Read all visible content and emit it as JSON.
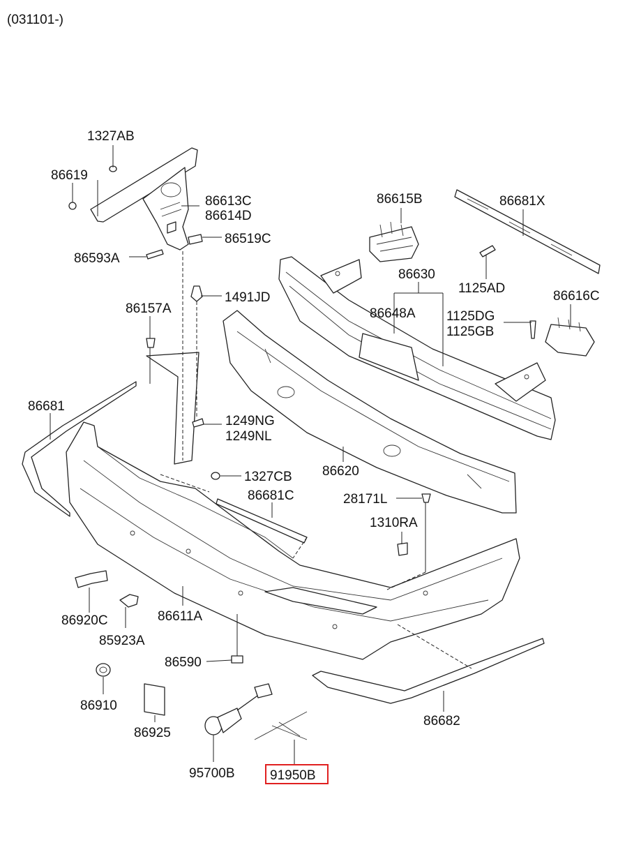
{
  "header": {
    "code": "(031101-)"
  },
  "labels": {
    "l1327AB": "1327AB",
    "l86619": "86619",
    "l86613C": "86613C",
    "l86614D": "86614D",
    "l86519C": "86519C",
    "l86593A": "86593A",
    "l86615B": "86615B",
    "l86681X": "86681X",
    "l1125AD": "1125AD",
    "l86630": "86630",
    "l86648A": "86648A",
    "l1125DG": "1125DG",
    "l1125GB": "1125GB",
    "l86616C": "86616C",
    "l1491JD": "1491JD",
    "l86157A": "86157A",
    "l86681": "86681",
    "l1249NG": "1249NG",
    "l1249NL": "1249NL",
    "l86620": "86620",
    "l1327CB": "1327CB",
    "l86681C": "86681C",
    "l28171L": "28171L",
    "l1310RA": "1310RA",
    "l86920C": "86920C",
    "l85923A": "85923A",
    "l86611A": "86611A",
    "l86590": "86590",
    "l86910": "86910",
    "l86925": "86925",
    "l86682": "86682",
    "l95700B": "95700B",
    "l91950B": "91950B"
  },
  "highlight": {
    "part": "91950B",
    "color": "#e02020"
  }
}
